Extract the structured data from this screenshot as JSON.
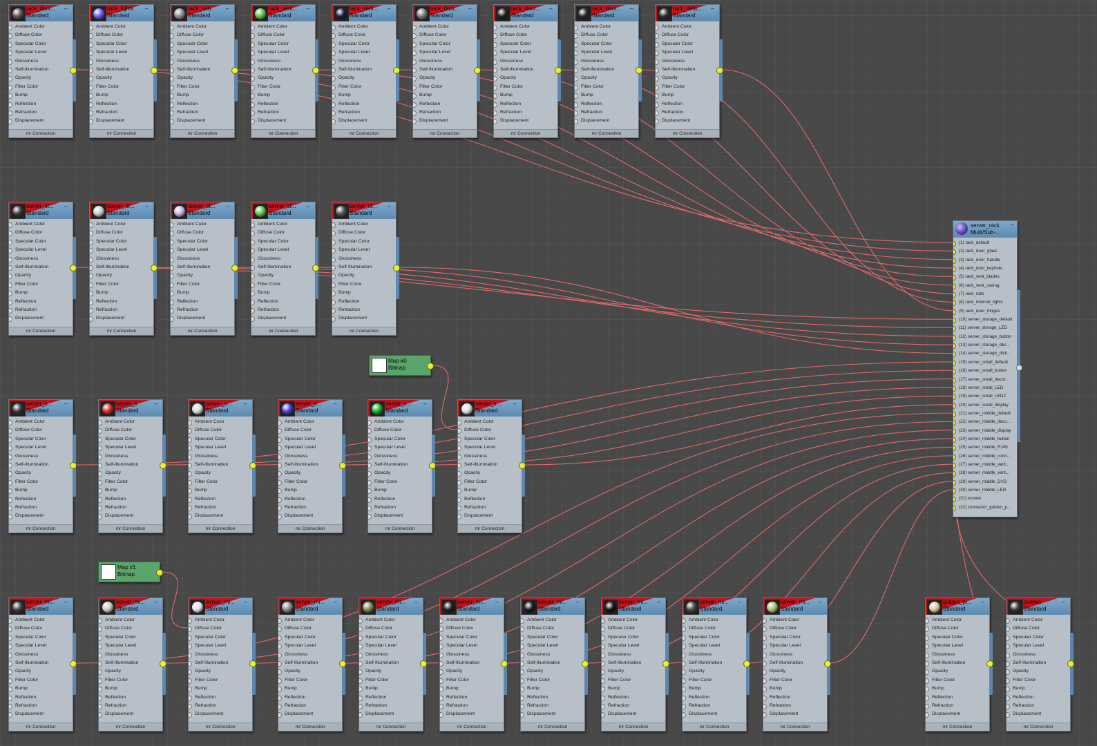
{
  "slot_labels": [
    "Ambient Color",
    "Diffuse Color",
    "Specular Color",
    "Specular Level",
    "Glossiness",
    "Self-Illumination",
    "Opacity",
    "Filter Color",
    "Bump",
    "Reflection",
    "Refraction",
    "Displacement"
  ],
  "footer_label": "mr Connection",
  "collapse_glyph": "–",
  "material_nodes": [
    {
      "name": "rack_door...",
      "type": "Standard",
      "sphere": "#5a5a5a"
    },
    {
      "name": "rack_lights",
      "type": "Standard",
      "sphere": "#6a5cf0"
    },
    {
      "name": "rack_rails",
      "type": "Standard",
      "sphere": "#8c8c8c"
    },
    {
      "name": "rack_vent...",
      "type": "Standard",
      "sphere": "#5ac24a"
    },
    {
      "name": "rack_vent...",
      "type": "Standard",
      "sphere": "#1c1c44"
    },
    {
      "name": "rack_door...",
      "type": "Standard",
      "sphere": "#7a7a7a"
    },
    {
      "name": "rack_door...",
      "type": "Standard",
      "sphere": "#1e1e1e"
    },
    {
      "name": "rack_door...",
      "type": "Standard",
      "sphere": "#2a2a2a"
    },
    {
      "name": "rack_defa...",
      "type": "Standard",
      "sphere": "#303030"
    },
    {
      "name": "server_st...",
      "type": "Standard",
      "sphere": "#3a3a3a"
    },
    {
      "name": "server_st...",
      "type": "Standard",
      "sphere": "#c8c8c8"
    },
    {
      "name": "server_st...",
      "type": "Standard",
      "sphere": "#c2b4e0"
    },
    {
      "name": "server_st...",
      "type": "Standard",
      "sphere": "#5ac24a"
    },
    {
      "name": "server_st...",
      "type": "Standard",
      "sphere": "#505050"
    },
    {
      "name": "server_s...",
      "type": "Standard",
      "sphere": "#3a3a3a"
    },
    {
      "name": "server_s...",
      "type": "Standard",
      "sphere": "#d02a2a"
    },
    {
      "name": "server_s...",
      "type": "Standard",
      "sphere": "#d8d8d8"
    },
    {
      "name": "server_s...",
      "type": "Standard",
      "sphere": "#5040e0"
    },
    {
      "name": "server_s...",
      "type": "Standard",
      "sphere": "#18b030"
    },
    {
      "name": "server_s...",
      "type": "Standard",
      "sphere": "#dcdcdc"
    },
    {
      "name": "server_mi...",
      "type": "Standard",
      "sphere": "#454545"
    },
    {
      "name": "server_mi...",
      "type": "Standard",
      "sphere": "#c8c8c8"
    },
    {
      "name": "server_mi...",
      "type": "Standard",
      "sphere": "#e0e0e0"
    },
    {
      "name": "server_mi...",
      "type": "Standard",
      "sphere": "#8a8a8a"
    },
    {
      "name": "server_mi...",
      "type": "Standard",
      "sphere": "#7a8a50"
    },
    {
      "name": "server_mi...",
      "type": "Standard",
      "sphere": "#1e1e1e"
    },
    {
      "name": "server_mi...",
      "type": "Standard",
      "sphere": "#1a1a1a"
    },
    {
      "name": "server_mi...",
      "type": "Standard",
      "sphere": "#141414"
    },
    {
      "name": "server_mi...",
      "type": "Standard",
      "sphere": "#4a4a4a"
    },
    {
      "name": "server_mi...",
      "type": "Standard",
      "sphere": "#a8c070"
    },
    {
      "name": "golden_pi...",
      "type": "Standard",
      "sphere": "#d8c890"
    },
    {
      "name": "screws",
      "type": "Standard",
      "sphere": "#3a3a3a"
    }
  ],
  "bitmap_nodes": [
    {
      "name": "Map #0",
      "type": "Bitmap"
    },
    {
      "name": "Map #1",
      "type": "Bitmap"
    }
  ],
  "multi_node": {
    "name": "server_rack",
    "type": "Multi/Sub-...",
    "slots": [
      "(1) rack_default",
      "(2) rack_door_glass",
      "(3) rack_door_handle",
      "(4) rack_door_keyhole",
      "(5) rack_vent_blades",
      "(6) rack_vent_casing",
      "(7) rack_rails",
      "(8) rack_internal_lights",
      "(9) rack_door_hinges",
      "(10) server_storage_default",
      "(11) server_storage_LED",
      "(12) server_storage_button",
      "(13) server_storage_dec...",
      "(14) server_storage_disk...",
      "(15) server_small_default",
      "(16) server_small_button",
      "(17) server_small_decor...",
      "(18) server_small_LED",
      "(19) server_small_LED2",
      "(20) server_small_display",
      "(21) server_middle_default",
      "(22) server_middle_deco...",
      "(23) server_middle_display",
      "(24) server_middle_button",
      "(25) server_middle_RJ45",
      "(26) server_middle_conn...",
      "(27) server_middle_vent...",
      "(28) server_middle_vent...",
      "(29) server_middle_DVD",
      "(30) server_middle_LED",
      "(31) screws",
      "(32) connector_golden_p..."
    ]
  },
  "colors": {
    "wire": "#e06a6a",
    "socket": "#e8f034",
    "header": "#6f9bc0",
    "node_body": "#b7c0c8",
    "tag": "#c0141c",
    "bitmap": "#5aa56a"
  }
}
